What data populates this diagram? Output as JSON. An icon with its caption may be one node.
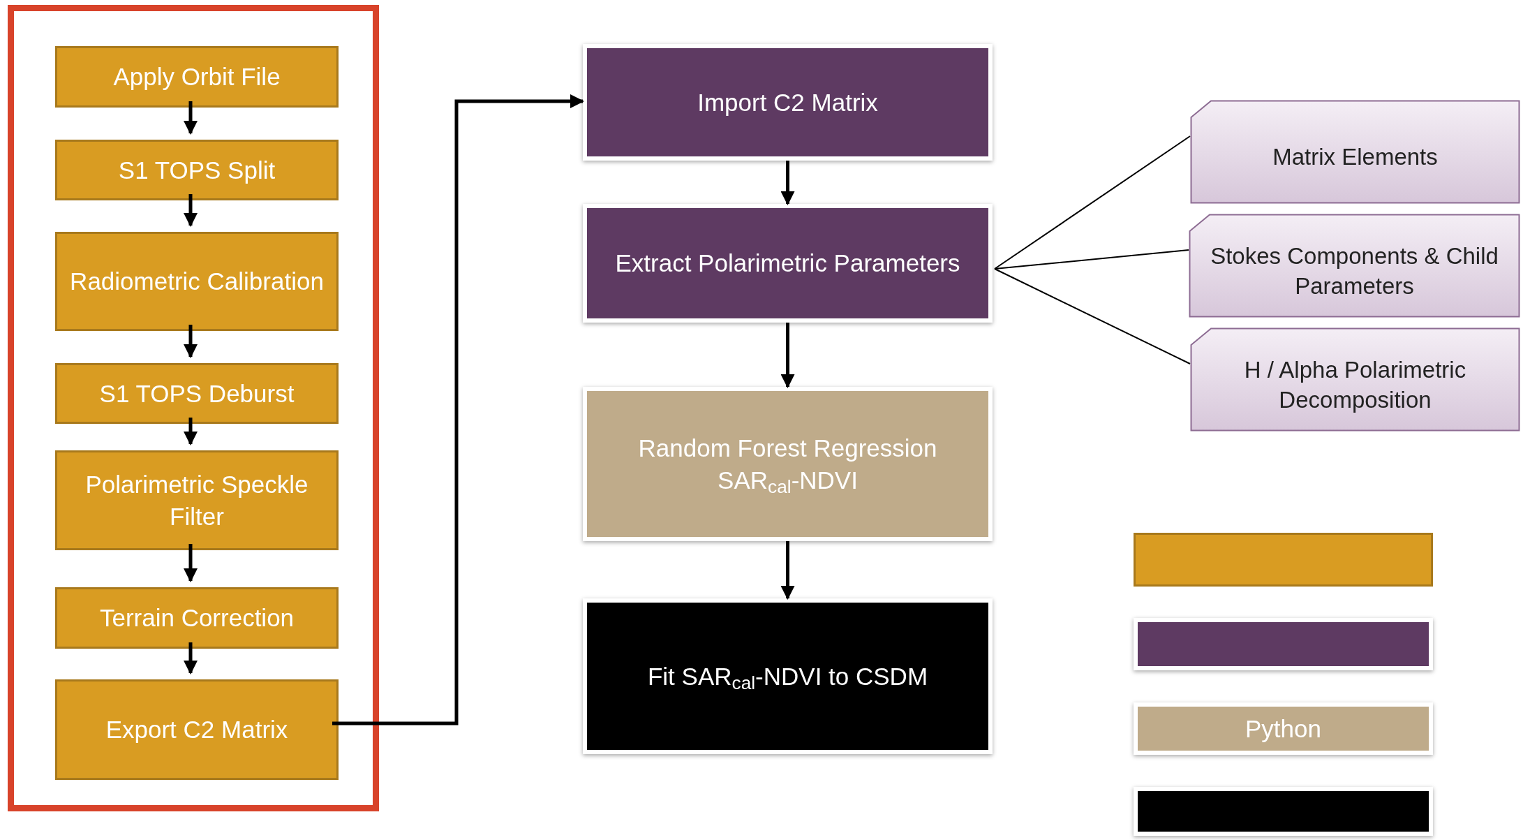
{
  "diagram": {
    "nodes": [
      {
        "text": [],
        "shape": "box"
      },
      {
        "text": [
          "Apply Orbit File"
        ],
        "in": 0
      },
      {
        "text": [
          "S1 TOPS Split"
        ],
        "in": 0
      },
      {
        "text": [
          "Radiometric Calibration"
        ],
        "in": 0
      },
      {
        "text": [
          "S1 TOPS Deburst"
        ],
        "in": 0
      },
      {
        "text": [
          "Polarimetric Speckle Filter"
        ],
        "in": 0
      },
      {
        "text": [
          "Terrain Correction"
        ],
        "in": 0
      },
      {
        "text": [
          "Export C2 Matrix"
        ],
        "in": 0
      },
      {
        "text": [
          "Import C2 Matrix"
        ]
      },
      {
        "text": [
          "Extract Polarimetric Parameters"
        ]
      },
      {
        "text": [
          "Random Forest Regression SAR$_{cal}$-NDVI"
        ]
      },
      {
        "text": [
          "Fit SAR$_{cal}$-NDVI to CSDM"
        ]
      },
      {
        "text": [
          "Matrix Elements"
        ]
      },
      {
        "text": [
          "Stokes Components & Child Parameters"
        ]
      },
      {
        "text": [
          "H / Alpha Polarimetric Decomposition"
        ]
      },
      {
        "text": [],
        "shape": "box"
      },
      {
        "text": [],
        "shape": "box"
      },
      {
        "text": [
          "Python"
        ]
      },
      {
        "text": [],
        "shape": "box"
      }
    ],
    "edges": [
      {
        "from": 1,
        "to": 2,
        "arrow": "to"
      },
      {
        "from": 2,
        "to": 3,
        "arrow": "to"
      },
      {
        "from": 3,
        "to": 4,
        "arrow": "to"
      },
      {
        "from": 4,
        "to": 5,
        "arrow": "to"
      },
      {
        "from": 5,
        "to": 6,
        "arrow": "to"
      },
      {
        "from": 6,
        "to": 7,
        "arrow": "to"
      },
      {
        "from": 7,
        "to": 8,
        "arrow": "to"
      },
      {
        "from": 8,
        "to": 9,
        "arrow": "to"
      },
      {
        "from": 9,
        "to": 10,
        "arrow": "to"
      },
      {
        "from": 10,
        "to": 11,
        "arrow": "to"
      },
      {
        "from": 9,
        "to": 12,
        "arrow": "none"
      },
      {
        "from": 9,
        "to": 13,
        "arrow": "none"
      },
      {
        "from": 9,
        "to": 14,
        "arrow": "none"
      }
    ]
  }
}
